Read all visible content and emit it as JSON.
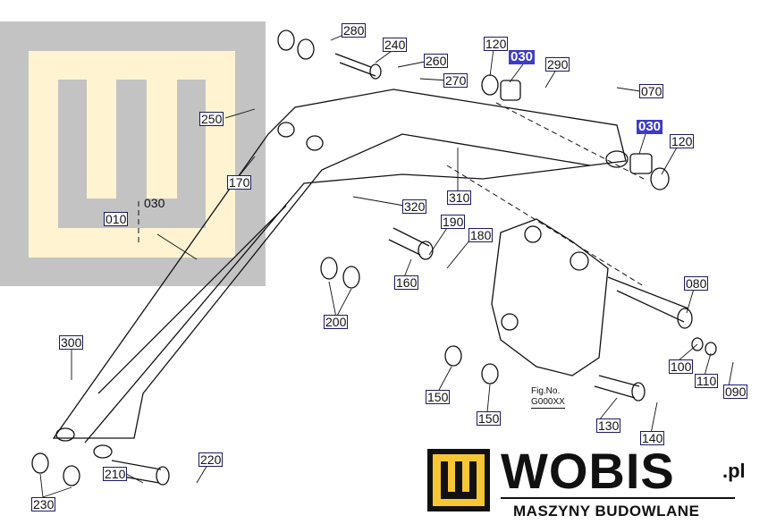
{
  "labels": {
    "l280": "280",
    "l240": "240",
    "l260": "260",
    "l270": "270",
    "l120a": "120",
    "l030a": "030",
    "l290": "290",
    "l070": "070",
    "l030b": "030",
    "l120b": "120",
    "l250": "250",
    "l170": "170",
    "l010": "010",
    "l030c": "030",
    "l320": "320",
    "l310": "310",
    "l190": "190",
    "l180": "180",
    "l160": "160",
    "l200": "200",
    "l080": "080",
    "l100": "100",
    "l110": "110",
    "l090": "090",
    "l300": "300",
    "l150a": "150",
    "l150b": "150",
    "l130": "130",
    "l140": "140",
    "l220": "220",
    "l210": "210",
    "l230": "230"
  },
  "figure": {
    "fig_no_label": "Fig.No.",
    "fig_no": "G000XX"
  },
  "logo": {
    "brand": "WOBIS",
    "domain": ".pl",
    "tagline": "MASZYNY BUDOWLANE"
  },
  "colors": {
    "highlight": "#3b3bcf",
    "logo_yellow": "#f6c634",
    "watermark_gray": "#c3c3c3",
    "watermark_cream": "#fff3d2"
  }
}
